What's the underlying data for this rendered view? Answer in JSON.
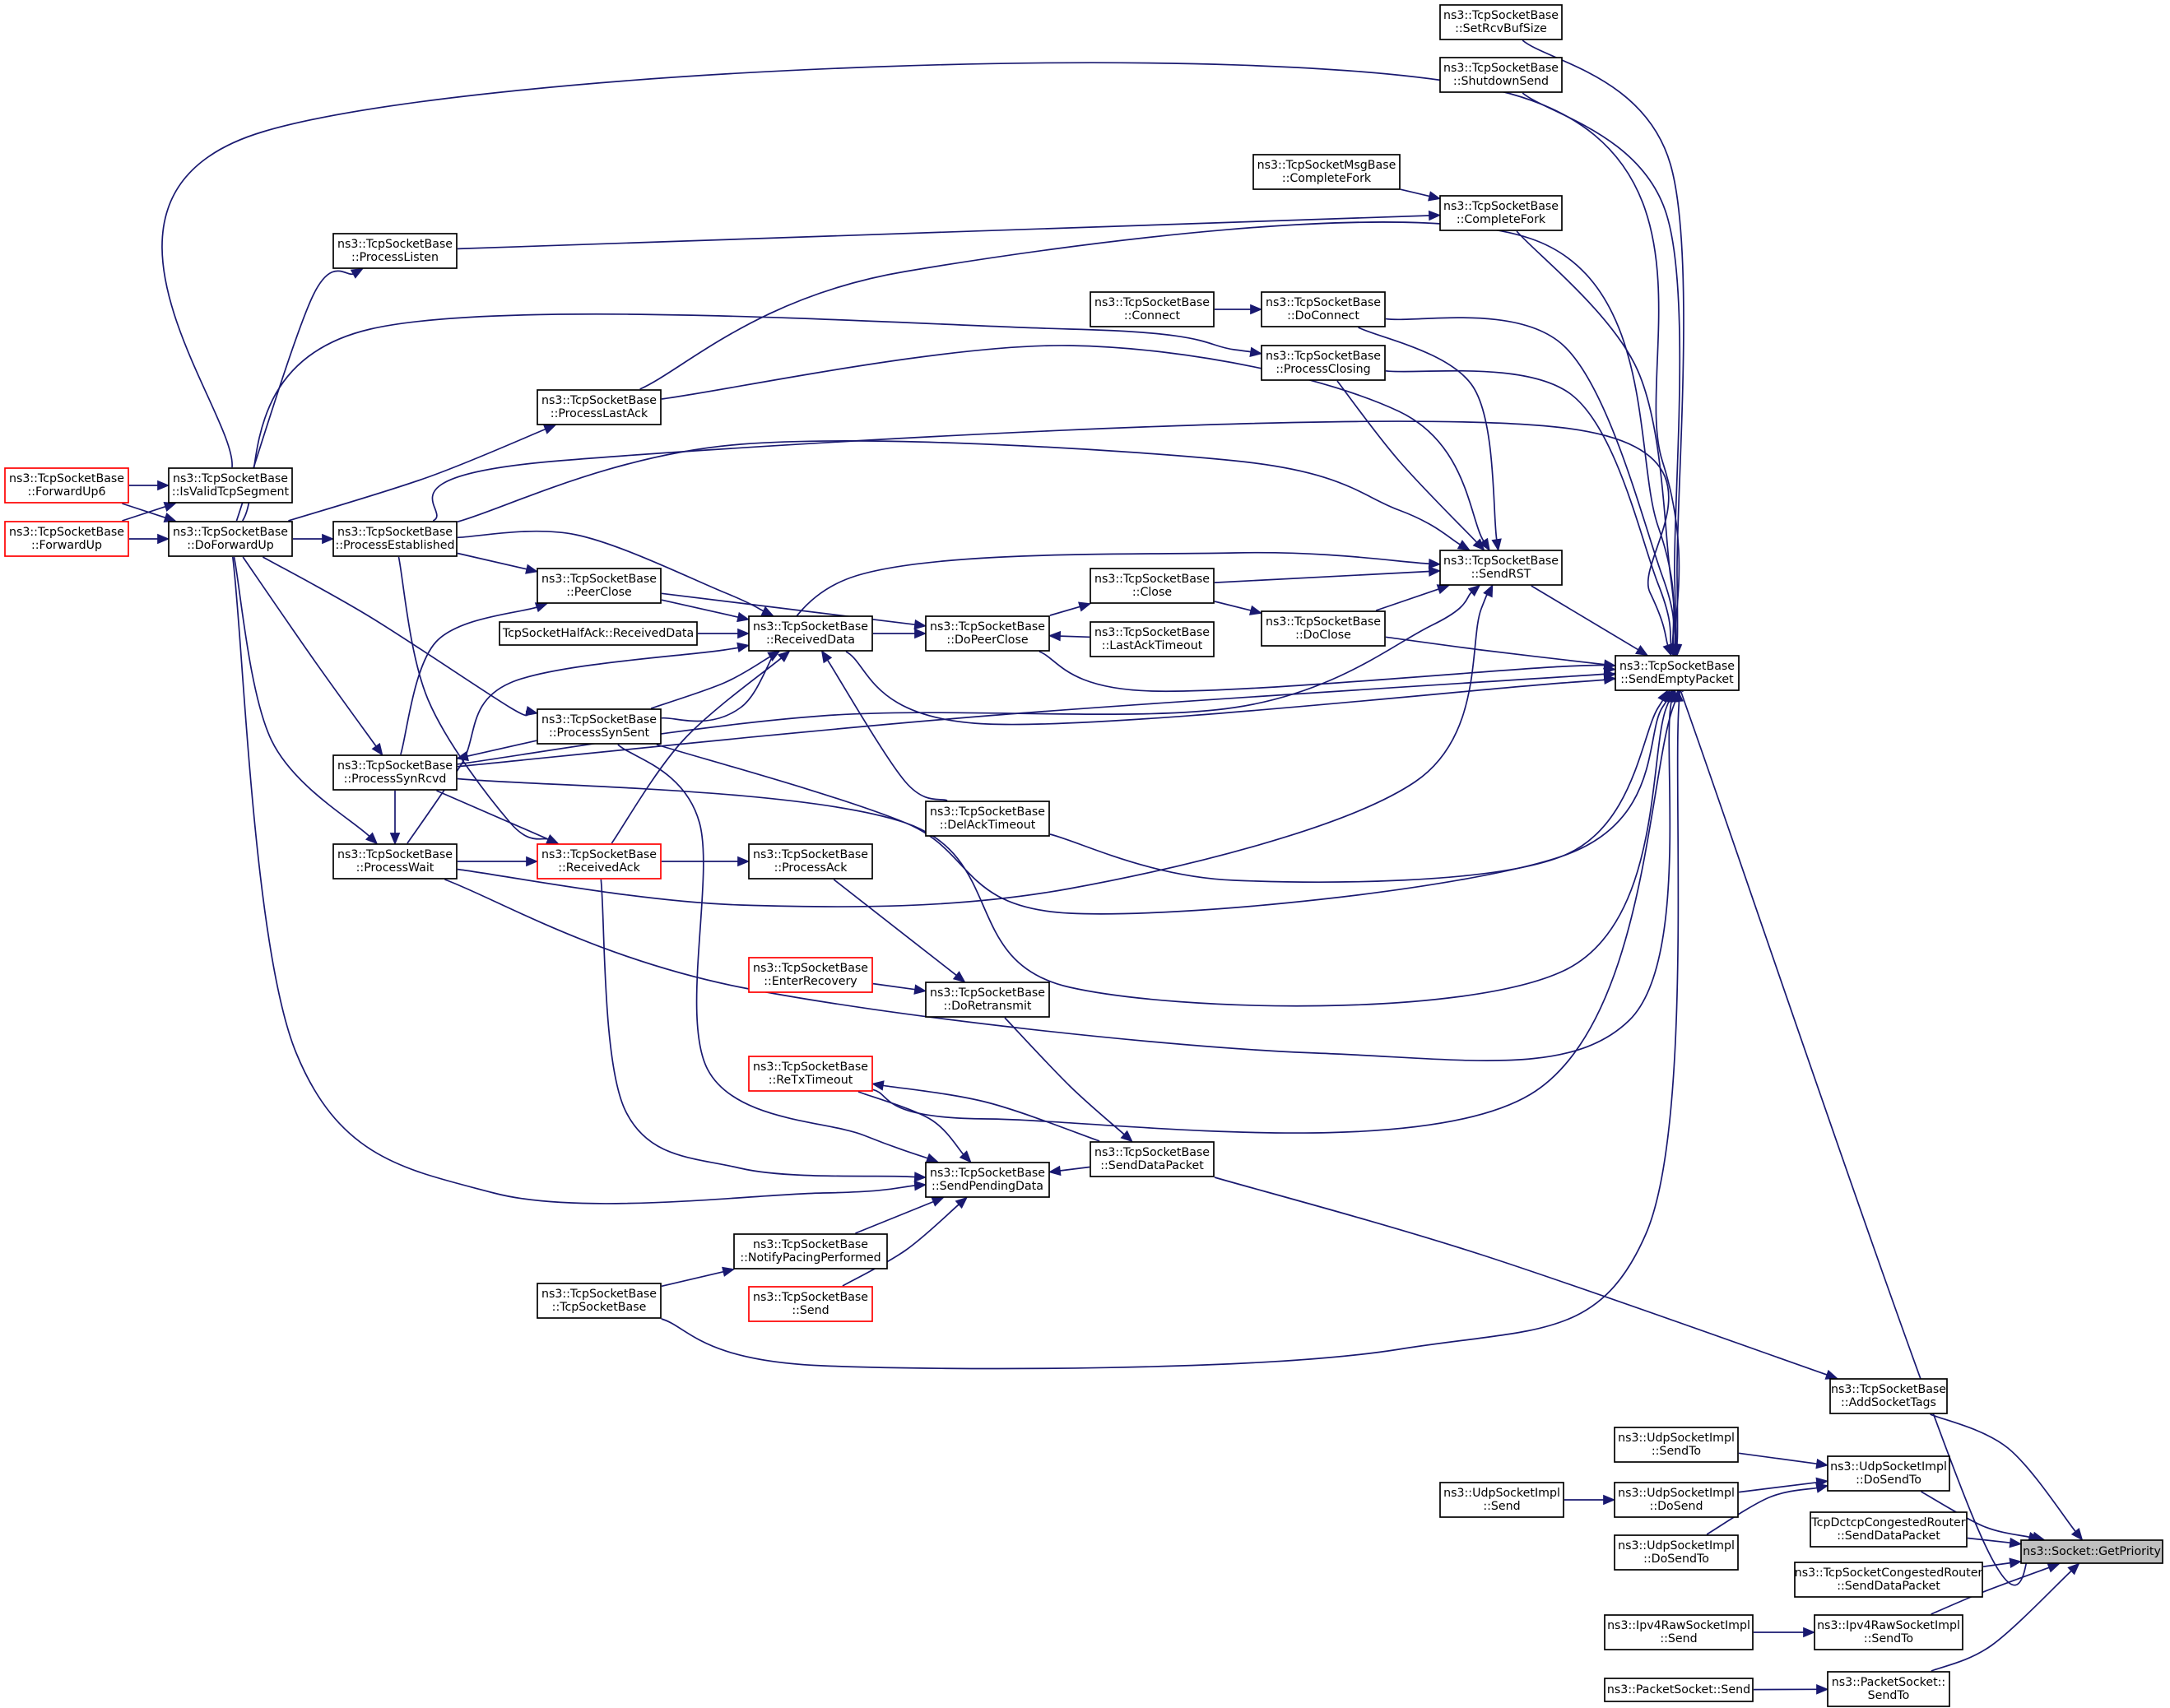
{
  "colors": {
    "edge": "#191970",
    "node_border": "#000000",
    "truncated_border": "#ff0000",
    "root_fill": "#bfbfbf"
  },
  "nodes": {
    "getpriority": [
      "ns3::Socket::GetPriority"
    ],
    "sendemptypacket": [
      "ns3::TcpSocketBase",
      "::SendEmptyPacket"
    ],
    "addsockettags": [
      "ns3::TcpSocketBase",
      "::AddSocketTags"
    ],
    "udp_dosendto": [
      "ns3::UdpSocketImpl",
      "::DoSendTo"
    ],
    "dctcp_router": [
      "TcpDctcpCongestedRouter",
      "::SendDataPacket"
    ],
    "congested_router": [
      "ns3::TcpSocketCongestedRouter",
      "::SendDataPacket"
    ],
    "ipv4raw_sendto": [
      "ns3::Ipv4RawSocketImpl",
      "::SendTo"
    ],
    "packetsocket_sendto": [
      "ns3::PacketSocket::",
      "SendTo"
    ],
    "setrcvbufsize": [
      "ns3::TcpSocketBase",
      "::SetRcvBufSize"
    ],
    "shutdownsend": [
      "ns3::TcpSocketBase",
      "::ShutdownSend"
    ],
    "msg_completefork": [
      "ns3::TcpSocketMsgBase",
      "::CompleteFork"
    ],
    "completefork": [
      "ns3::TcpSocketBase",
      "::CompleteFork"
    ],
    "processlisten": [
      "ns3::TcpSocketBase",
      "::ProcessListen"
    ],
    "connect": [
      "ns3::TcpSocketBase",
      "::Connect"
    ],
    "doconnect": [
      "ns3::TcpSocketBase",
      "::DoConnect"
    ],
    "processclosing": [
      "ns3::TcpSocketBase",
      "::ProcessClosing"
    ],
    "processlastack": [
      "ns3::TcpSocketBase",
      "::ProcessLastAck"
    ],
    "forwardup6": [
      "ns3::TcpSocketBase",
      "::ForwardUp6"
    ],
    "isvalidtcpsegment": [
      "ns3::TcpSocketBase",
      "::IsValidTcpSegment"
    ],
    "forwardup": [
      "ns3::TcpSocketBase",
      "::ForwardUp"
    ],
    "doforwardup": [
      "ns3::TcpSocketBase",
      "::DoForwardUp"
    ],
    "processestablished": [
      "ns3::TcpSocketBase",
      "::ProcessEstablished"
    ],
    "sendrst": [
      "ns3::TcpSocketBase",
      "::SendRST"
    ],
    "close": [
      "ns3::TcpSocketBase",
      "::Close"
    ],
    "peerclose": [
      "ns3::TcpSocketBase",
      "::PeerClose"
    ],
    "halfack_receiveddata": [
      "TcpSocketHalfAck::ReceivedData"
    ],
    "receiveddata": [
      "ns3::TcpSocketBase",
      "::ReceivedData"
    ],
    "dopeerclose": [
      "ns3::TcpSocketBase",
      "::DoPeerClose"
    ],
    "lastacktimeout": [
      "ns3::TcpSocketBase",
      "::LastAckTimeout"
    ],
    "doclose": [
      "ns3::TcpSocketBase",
      "::DoClose"
    ],
    "processsynsent": [
      "ns3::TcpSocketBase",
      "::ProcessSynSent"
    ],
    "processsynrcvd": [
      "ns3::TcpSocketBase",
      "::ProcessSynRcvd"
    ],
    "delacktimeout": [
      "ns3::TcpSocketBase",
      "::DelAckTimeout"
    ],
    "processwait": [
      "ns3::TcpSocketBase",
      "::ProcessWait"
    ],
    "receivedack": [
      "ns3::TcpSocketBase",
      "::ReceivedAck"
    ],
    "processack": [
      "ns3::TcpSocketBase",
      "::ProcessAck"
    ],
    "enterrecovery": [
      "ns3::TcpSocketBase",
      "::EnterRecovery"
    ],
    "doretransmit": [
      "ns3::TcpSocketBase",
      "::DoRetransmit"
    ],
    "retxtimeout": [
      "ns3::TcpSocketBase",
      "::ReTxTimeout"
    ],
    "senddatapacket": [
      "ns3::TcpSocketBase",
      "::SendDataPacket"
    ],
    "sendpendingdata": [
      "ns3::TcpSocketBase",
      "::SendPendingData"
    ],
    "notifypacing": [
      "ns3::TcpSocketBase",
      "::NotifyPacingPerformed"
    ],
    "tcpsocketbase_ctor": [
      "ns3::TcpSocketBase",
      "::TcpSocketBase"
    ],
    "tcp_send": [
      "ns3::TcpSocketBase",
      "::Send"
    ],
    "udp_sendto": [
      "ns3::UdpSocketImpl",
      "::SendTo"
    ],
    "udp_dosend": [
      "ns3::UdpSocketImpl",
      "::DoSend"
    ],
    "udp_send": [
      "ns3::UdpSocketImpl",
      "::Send"
    ],
    "udp_dosendto2": [
      "ns3::UdpSocketImpl",
      "::DoSendTo"
    ],
    "ipv4raw_send": [
      "ns3::Ipv4RawSocketImpl",
      "::Send"
    ],
    "packetsocket_send": [
      "ns3::PacketSocket::Send"
    ]
  }
}
